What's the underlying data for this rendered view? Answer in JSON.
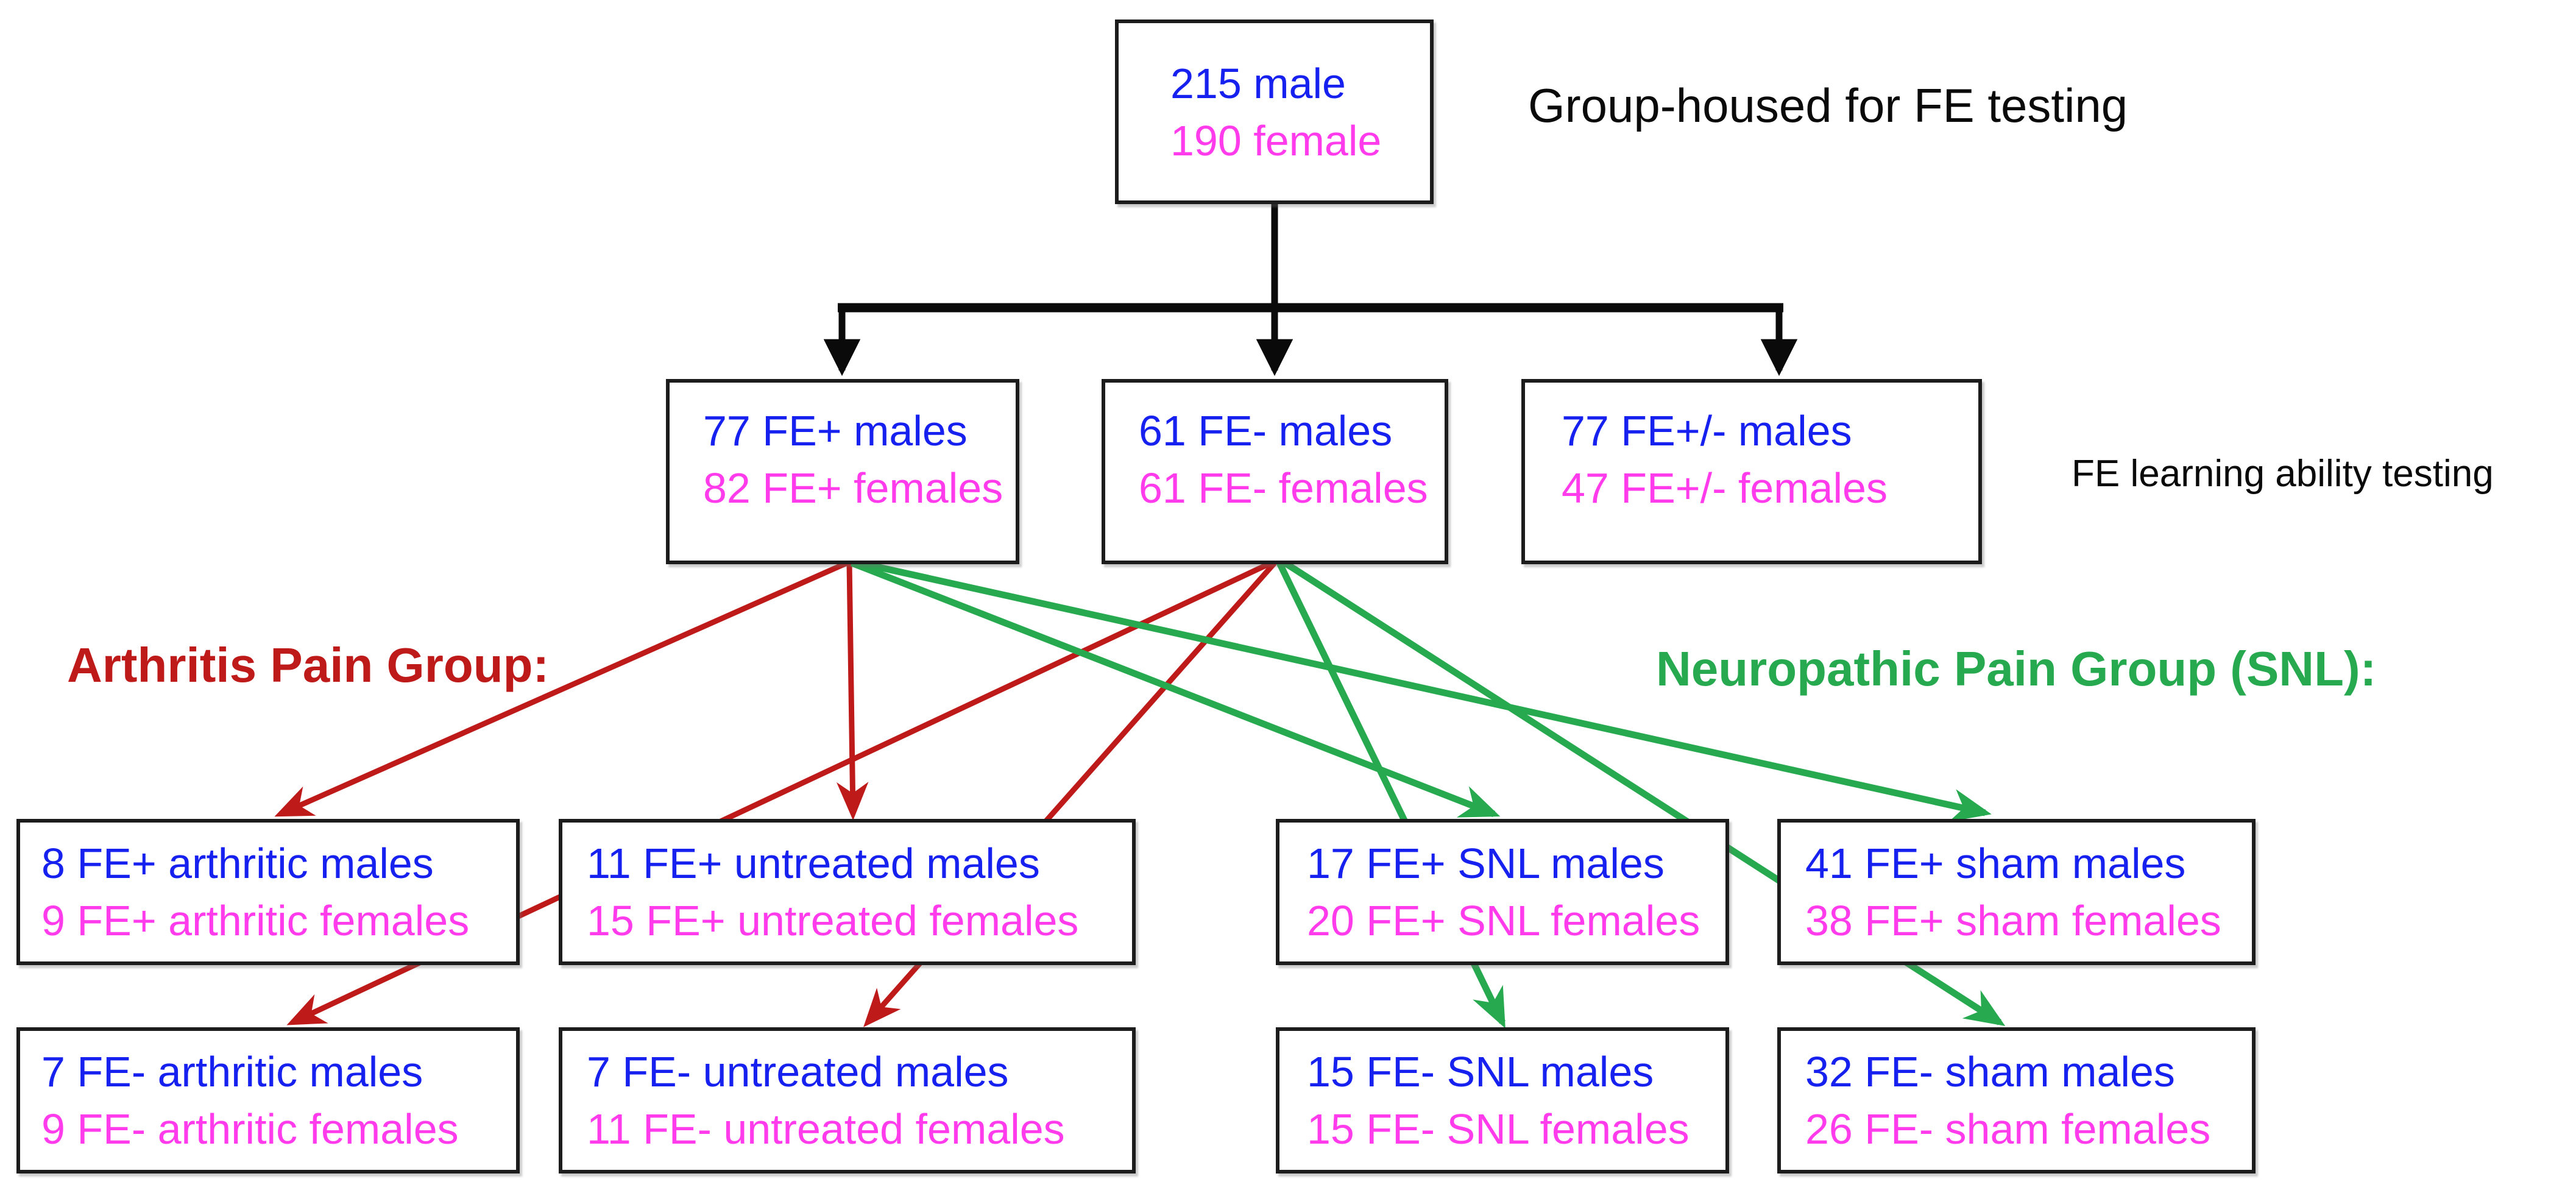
{
  "colors": {
    "background": "#FFFFFF",
    "male-text": "#1621F0",
    "female-text": "#FF3BEC",
    "arthritis-red": "#BE1A1A",
    "snl-green": "#27A94F",
    "connector-black": "#0A0A0A",
    "box-border": "#1C1C1C"
  },
  "annotations": {
    "group_housed": "Group-housed for FE testing",
    "fe_learning": "FE learning ability testing",
    "arthritis_group": "Arthritis Pain Group:",
    "neuropathic_group": "Neuropathic Pain Group (SNL):"
  },
  "boxes": {
    "root": {
      "line1": "215 male",
      "line2": "190 female"
    },
    "fe_plus": {
      "line1": "77 FE+ males",
      "line2": "82 FE+ females"
    },
    "fe_minus": {
      "line1": "61 FE- males",
      "line2": "61 FE- females"
    },
    "fe_mixed": {
      "line1": "77 FE+/- males",
      "line2": "47 FE+/- females"
    },
    "fe_plus_arthritic": {
      "line1": "8 FE+ arthritic males",
      "line2": "9 FE+ arthritic females"
    },
    "fe_plus_untreated": {
      "line1": "11 FE+ untreated males",
      "line2": "15 FE+ untreated females"
    },
    "fe_plus_snl": {
      "line1": "17 FE+ SNL males",
      "line2": "20 FE+ SNL females"
    },
    "fe_plus_sham": {
      "line1": "41 FE+ sham males",
      "line2": "38 FE+ sham females"
    },
    "fe_minus_arthritic": {
      "line1": "7 FE- arthritic males",
      "line2": "9 FE- arthritic females"
    },
    "fe_minus_untreated": {
      "line1": "7 FE- untreated males",
      "line2": "11 FE- untreated females"
    },
    "fe_minus_snl": {
      "line1": "15 FE- SNL males",
      "line2": "15 FE- SNL females"
    },
    "fe_minus_sham": {
      "line1": "32 FE- sham males",
      "line2": "26 FE- sham females"
    }
  }
}
